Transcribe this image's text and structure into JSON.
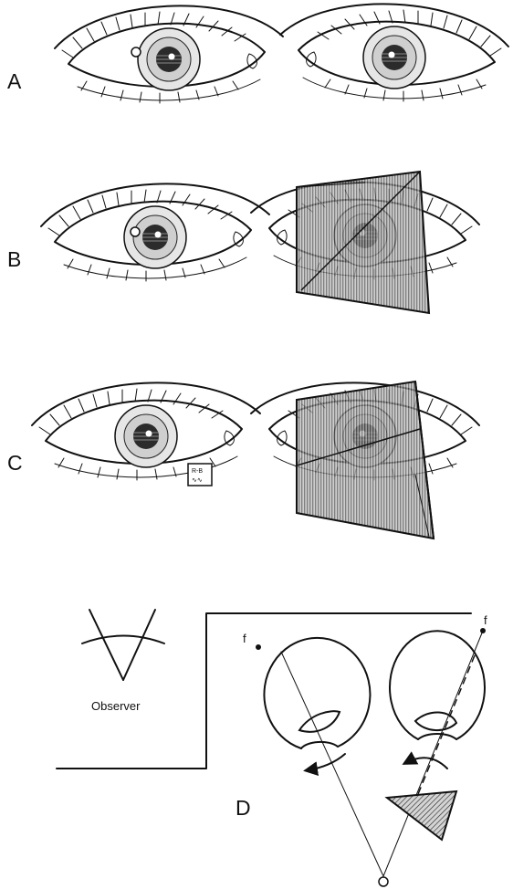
{
  "panels": {
    "a": {
      "label": "A"
    },
    "b": {
      "label": "B"
    },
    "c": {
      "label": "C"
    },
    "d": {
      "label": "D"
    }
  },
  "diagram": {
    "observer_label": "Observer",
    "fovea_left_label": "f",
    "fovea_right_label": "f",
    "card_text_line1": "R-B",
    "card_text_line2": "∿∿"
  },
  "colors": {
    "ink": "#111111",
    "paper": "#ffffff",
    "iris": "#d8d8d8",
    "pupil": "#222222",
    "prism_fill": "#9a9a9a"
  }
}
